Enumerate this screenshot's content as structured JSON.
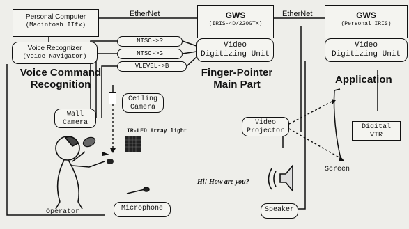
{
  "pc": {
    "title": "Personal Computer",
    "subtitle": "(Macintosh IIfx)"
  },
  "voice_recognizer": {
    "title": "Voice Recognizer",
    "subtitle": "(Voice Navigator)"
  },
  "ethernet_1": "EtherNet",
  "ethernet_2": "EtherNet",
  "gws_main": {
    "title": "GWS",
    "subtitle": "(IRIS-4D/220GTX)"
  },
  "gws_app": {
    "title": "GWS",
    "subtitle": "(Personal IRIS)"
  },
  "video_unit_main": {
    "line1": "Video",
    "line2": "Digitizing Unit"
  },
  "video_unit_app": {
    "line1": "Video",
    "line2": "Digitizing Unit"
  },
  "signals": [
    "NTSC->R",
    "NTSC->G",
    "VLEVEL->B"
  ],
  "voice_command_label": {
    "line1": "Voice Command",
    "line2": "Recognition"
  },
  "finger_pointer_label": {
    "line1": "Finger-Pointer",
    "line2": "Main Part"
  },
  "application_label": "Application",
  "ceiling_camera": {
    "line1": "Ceiling",
    "line2": "Camera"
  },
  "wall_camera": {
    "line1": "Wall",
    "line2": "Camera"
  },
  "ir_led_label": "IR-LED Array light",
  "video_projector": {
    "line1": "Video",
    "line2": "Projector"
  },
  "digital_vtr": {
    "line1": "Digital",
    "line2": "VTR"
  },
  "screen_label": "Screen",
  "speech_text": "Hi!  How are you?",
  "operator_label": "Operator",
  "microphone_label": "Microphone",
  "speaker_label": "Speaker",
  "colors": {
    "ink": "#111111",
    "paper": "#eeeeea",
    "box_fill": "#f4f4f0"
  }
}
